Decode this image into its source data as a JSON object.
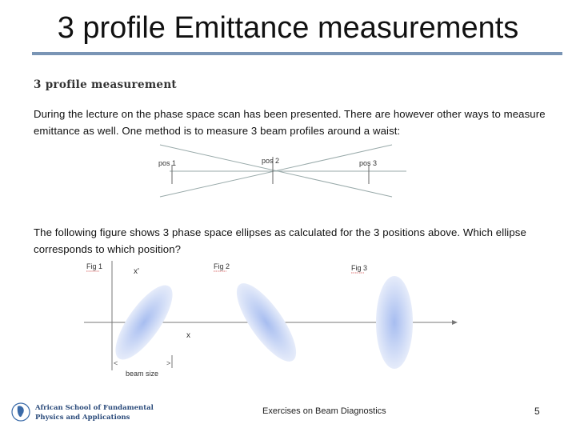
{
  "slide": {
    "title": "3 profile Emittance measurements",
    "subheading": "3 profile measurement",
    "paragraph1": "During the lecture on the phase space scan has been presented. There are however other ways to measure emittance as well. One method is to measure 3 beam profiles around a waist:",
    "paragraph2": "The following figure shows 3 phase space ellipses as calculated for the 3 positions above. Which ellipse corresponds to which position?"
  },
  "diagram_positions": {
    "pos1": "pos 1",
    "pos2": "pos 2",
    "pos3": "pos 3"
  },
  "ellipse_figure": {
    "fig1": "Fig 1",
    "fig2": "Fig 2",
    "fig3": "Fig 3",
    "y_axis": "x'",
    "x_axis": "x",
    "beam_size": "beam size"
  },
  "footer": {
    "center_text": "Exercises on Beam Diagnostics",
    "page_number": "5",
    "logo_line1": "African School of Fundamental",
    "logo_line2": "Physics and Applications"
  },
  "colors": {
    "title_rule": "#7a95b5",
    "ellipse_fill": "#9fb6e6"
  }
}
